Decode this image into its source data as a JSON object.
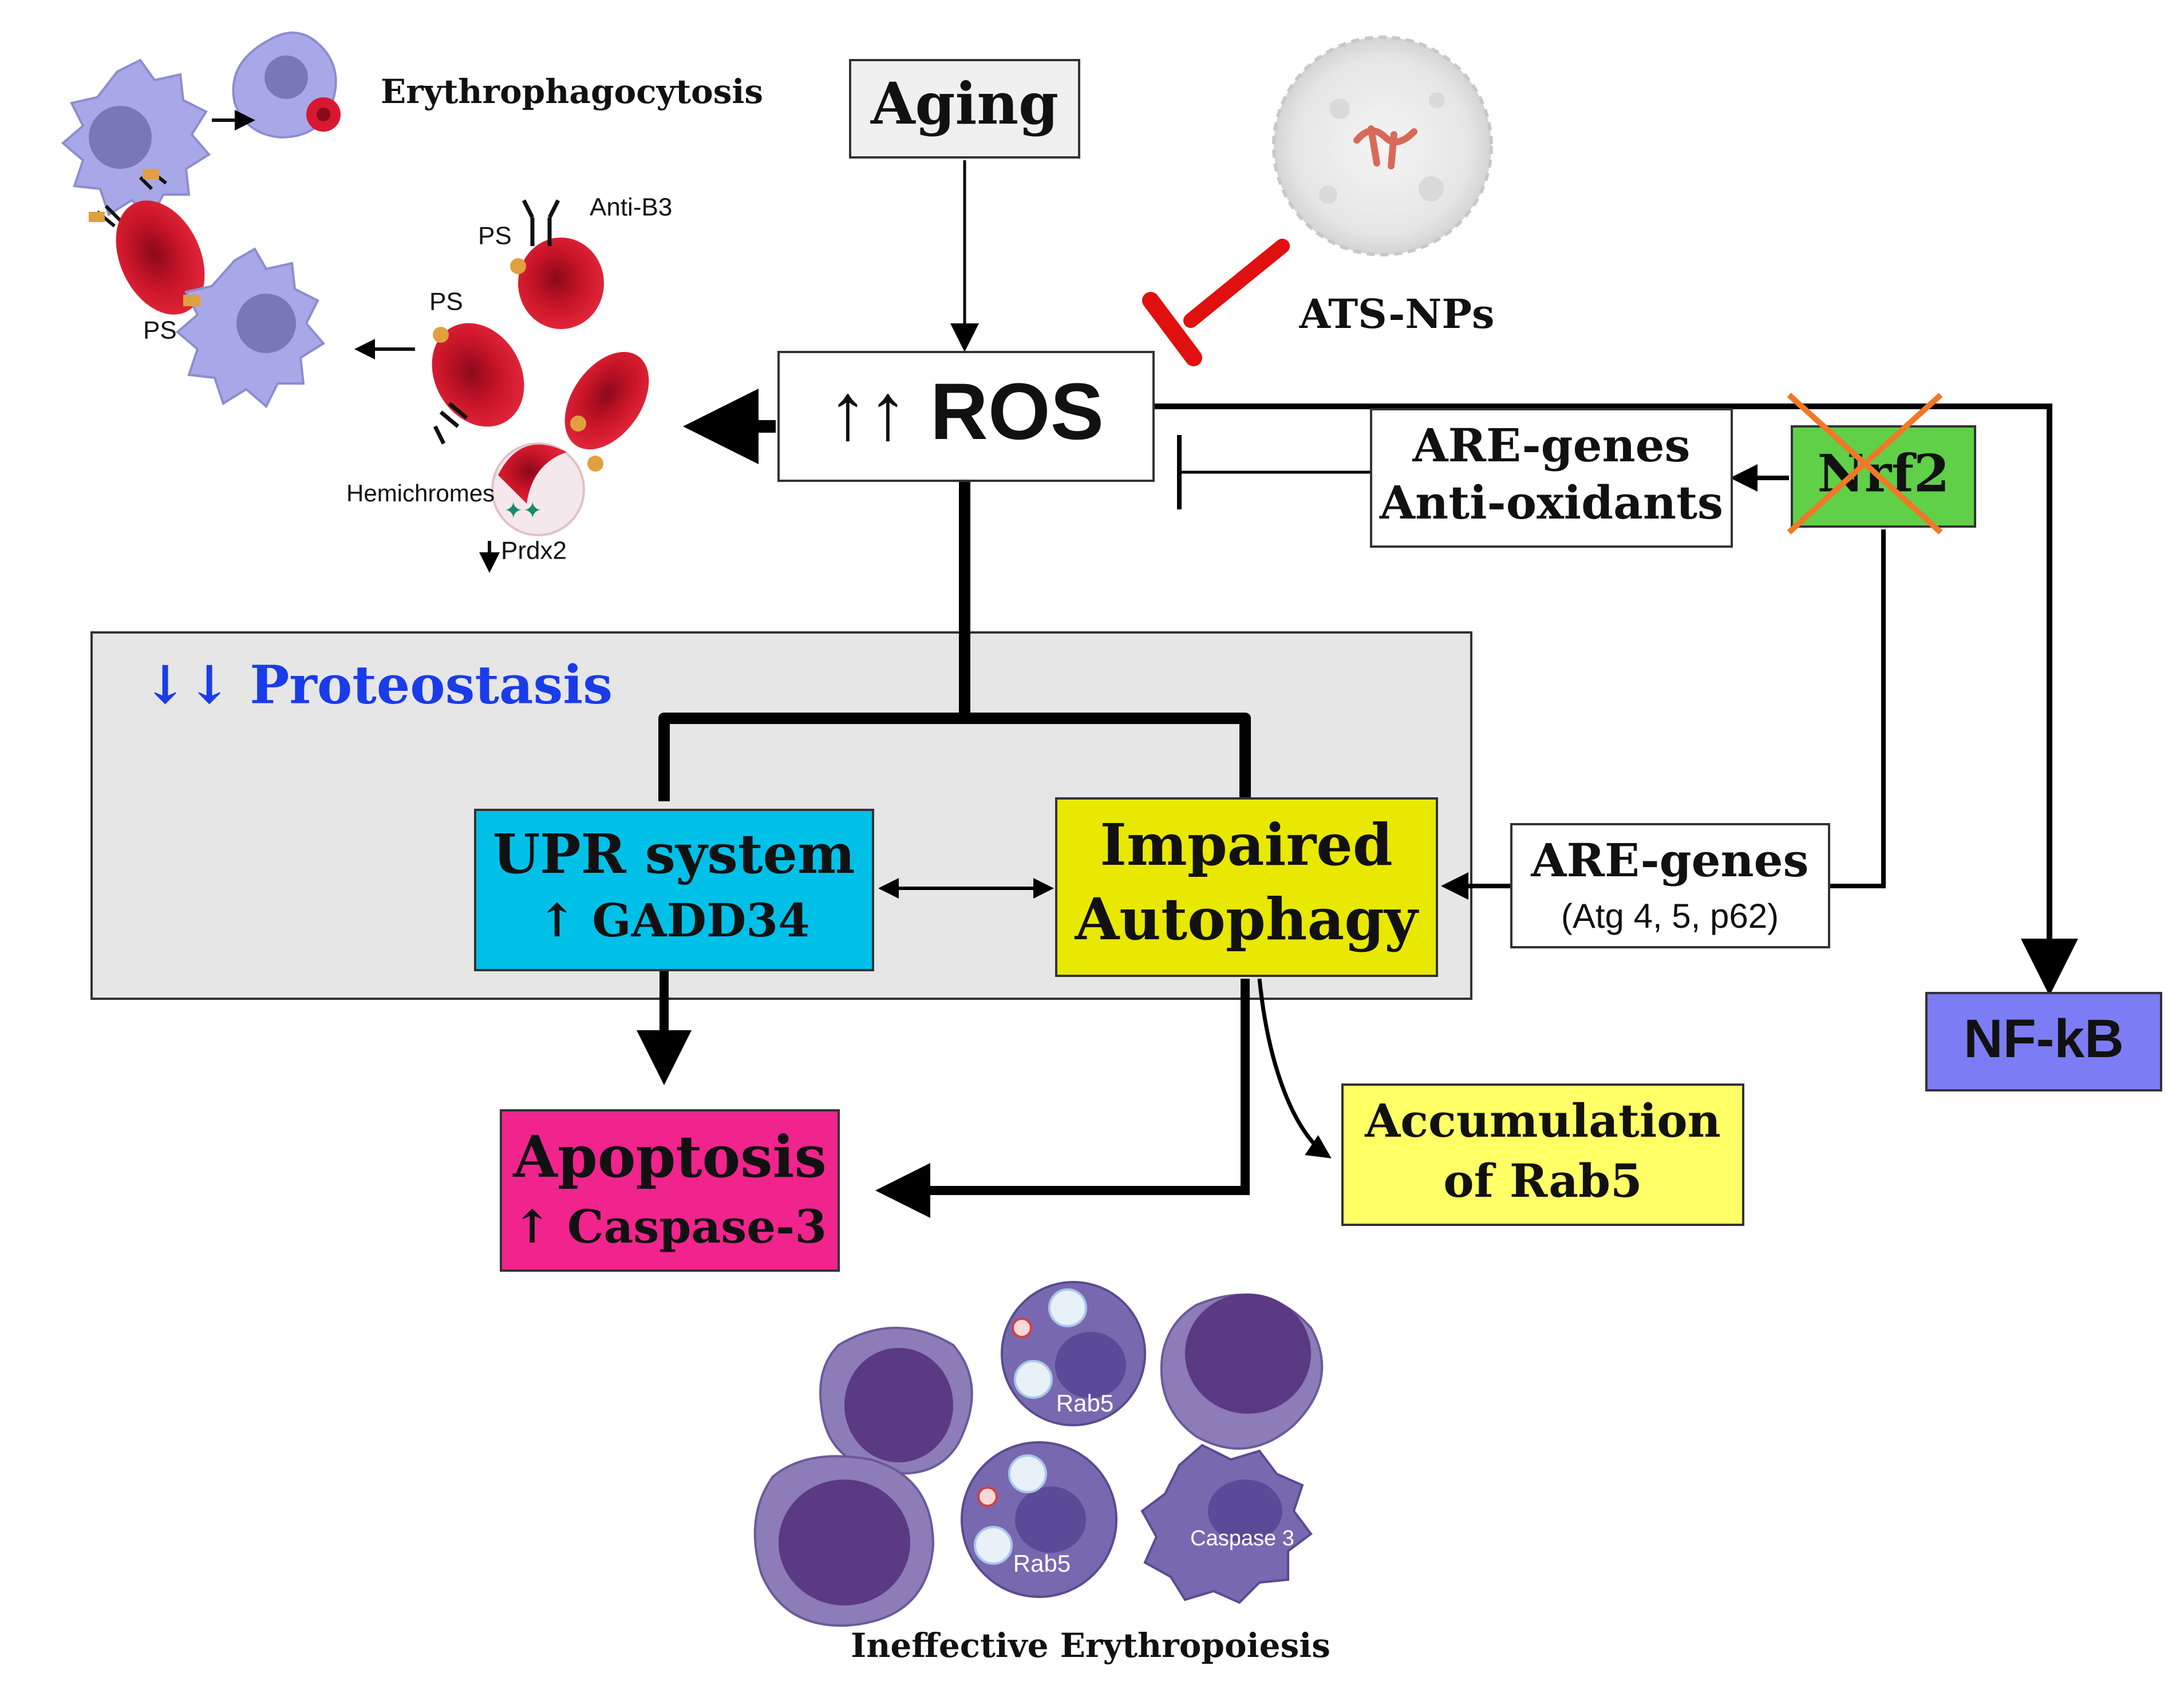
{
  "nodes": {
    "aging": "Aging",
    "ros": "↑↑ ROS",
    "ats_nps": "ATS-NPs",
    "are_antioxidants_line1": "ARE-genes",
    "are_antioxidants_line2": "Anti-oxidants",
    "nrf2": "Nrf2",
    "proteostasis": "↓↓ Proteostasis",
    "upr_line1": "UPR system",
    "upr_line2": "↑ GADD34",
    "autophagy_line1": "Impaired",
    "autophagy_line2": "Autophagy",
    "are_autophagy_line1": "ARE-genes",
    "are_autophagy_line2": "(Atg 4, 5, p62)",
    "nfkb": "NF-kB",
    "apoptosis_line1": "Apoptosis",
    "apoptosis_line2": "↑ Caspase-3",
    "rab5_line1": "Accumulation",
    "rab5_line2": "of Rab5"
  },
  "rbc_panel": {
    "erythrophagocytosis": "Erythrophagocytosis",
    "anti_b3": "Anti-B3",
    "ps_1": "PS",
    "ps_2": "PS",
    "ps_3": "PS",
    "hemichromes": "Hemichromes",
    "prdx2": "Prdx2"
  },
  "erythroblasts": {
    "rab5_a": "Rab5",
    "rab5_b": "Rab5",
    "caspase3": "Caspase 3",
    "caption": "Ineffective Erythropoiesis"
  },
  "colors": {
    "upr": "#00c0e8",
    "autophagy": "#e8e800",
    "apoptosis": "#f0248c",
    "rab5_box": "#ffff66",
    "nrf2": "#5fd048",
    "nfkb": "#7c7cf4",
    "proteostasis_bg": "#e6e6e6",
    "proteostasis_text": "#1a3ce8",
    "inhibitor": "#e01010",
    "macrophage": "#a8a8e8",
    "rbc": "#d81830",
    "erythroblast": "#6a5a9a"
  }
}
